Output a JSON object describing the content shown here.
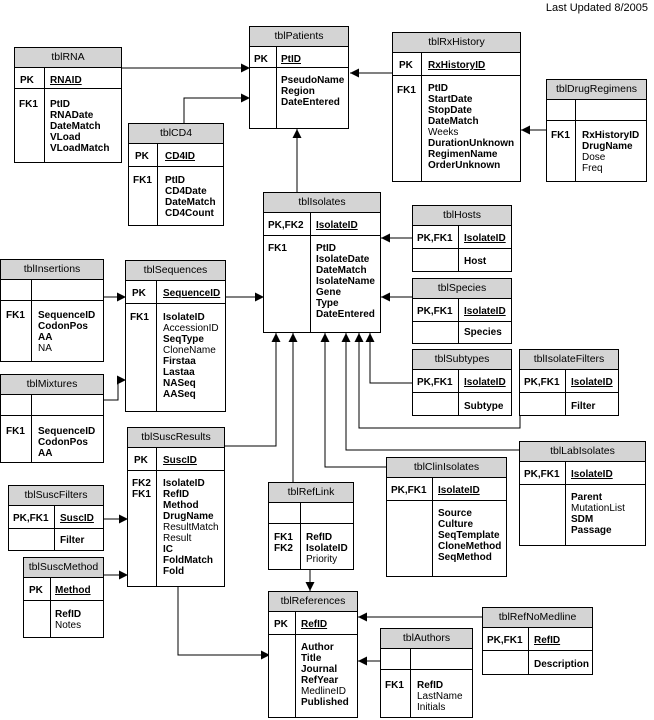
{
  "last_updated": "Last Updated 8/2005",
  "tables": {
    "tblPatients": {
      "title": "tblPatients",
      "pk_tag": "PK",
      "pk": "PtID",
      "fk_tag": "",
      "fields": [
        {
          "name": "PseudoName",
          "bold": true
        },
        {
          "name": "Region",
          "bold": true
        },
        {
          "name": "DateEntered",
          "bold": true
        }
      ]
    },
    "tblRNA": {
      "title": "tblRNA",
      "pk_tag": "PK",
      "pk": "RNAID",
      "fk_tag": "FK1",
      "fields": [
        {
          "name": "PtID",
          "bold": true
        },
        {
          "name": "RNADate",
          "bold": true
        },
        {
          "name": "DateMatch",
          "bold": true
        },
        {
          "name": "VLoad",
          "bold": true
        },
        {
          "name": "VLoadMatch",
          "bold": true
        }
      ]
    },
    "tblRxHistory": {
      "title": "tblRxHistory",
      "pk_tag": "PK",
      "pk": "RxHistoryID",
      "fk_tag": "FK1",
      "fields": [
        {
          "name": "PtID",
          "bold": true
        },
        {
          "name": "StartDate",
          "bold": true
        },
        {
          "name": "StopDate",
          "bold": true
        },
        {
          "name": "DateMatch",
          "bold": true
        },
        {
          "name": "Weeks",
          "bold": false
        },
        {
          "name": "DurationUnknown",
          "bold": true
        },
        {
          "name": "RegimenName",
          "bold": true
        },
        {
          "name": "OrderUnknown",
          "bold": true
        }
      ]
    },
    "tblDrugRegimens": {
      "title": "tblDrugRegimens",
      "pk_tag": "",
      "pk": "",
      "fk_tag": "FK1",
      "fields": [
        {
          "name": "RxHistoryID",
          "bold": true
        },
        {
          "name": "DrugName",
          "bold": true
        },
        {
          "name": "Dose",
          "bold": false
        },
        {
          "name": "Freq",
          "bold": false
        }
      ]
    },
    "tblCD4": {
      "title": "tblCD4",
      "pk_tag": "PK",
      "pk": "CD4ID",
      "fk_tag": "FK1",
      "fields": [
        {
          "name": "PtID",
          "bold": true
        },
        {
          "name": "CD4Date",
          "bold": true
        },
        {
          "name": "DateMatch",
          "bold": true
        },
        {
          "name": "CD4Count",
          "bold": true
        }
      ]
    },
    "tblIsolates": {
      "title": "tblIsolates",
      "pk_tag": "PK,FK2",
      "pk": "IsolateID",
      "fk_tag": "FK1",
      "fields": [
        {
          "name": "PtID",
          "bold": true
        },
        {
          "name": "IsolateDate",
          "bold": true
        },
        {
          "name": "DateMatch",
          "bold": true
        },
        {
          "name": "IsolateName",
          "bold": true
        },
        {
          "name": "Gene",
          "bold": true
        },
        {
          "name": "Type",
          "bold": true
        },
        {
          "name": "DateEntered",
          "bold": true
        }
      ]
    },
    "tblHosts": {
      "title": "tblHosts",
      "pk_tag": "PK,FK1",
      "pk": "IsolateID",
      "fk_tag": "",
      "fields": [
        {
          "name": "Host",
          "bold": true
        }
      ]
    },
    "tblSpecies": {
      "title": "tblSpecies",
      "pk_tag": "PK,FK1",
      "pk": "IsolateID",
      "fk_tag": "",
      "fields": [
        {
          "name": "Species",
          "bold": true
        }
      ]
    },
    "tblSubtypes": {
      "title": "tblSubtypes",
      "pk_tag": "PK,FK1",
      "pk": "IsolateID",
      "fk_tag": "",
      "fields": [
        {
          "name": "Subtype",
          "bold": true
        }
      ]
    },
    "tblIsolateFilters": {
      "title": "tblIsolateFilters",
      "pk_tag": "PK,FK1",
      "pk": "IsolateID",
      "fk_tag": "",
      "fields": [
        {
          "name": "Filter",
          "bold": true
        }
      ]
    },
    "tblInsertions": {
      "title": "tblInsertions",
      "pk_tag": "",
      "pk": "",
      "fk_tag": "FK1",
      "fields": [
        {
          "name": "SequenceID",
          "bold": true
        },
        {
          "name": "CodonPos",
          "bold": true
        },
        {
          "name": "AA",
          "bold": true
        },
        {
          "name": "NA",
          "bold": false
        }
      ]
    },
    "tblSequences": {
      "title": "tblSequences",
      "pk_tag": "PK",
      "pk": "SequenceID",
      "fk_tag": "FK1",
      "fields": [
        {
          "name": "IsolateID",
          "bold": true
        },
        {
          "name": "AccessionID",
          "bold": false
        },
        {
          "name": "SeqType",
          "bold": true
        },
        {
          "name": "CloneName",
          "bold": false
        },
        {
          "name": "Firstaa",
          "bold": true
        },
        {
          "name": "Lastaa",
          "bold": true
        },
        {
          "name": "NASeq",
          "bold": true
        },
        {
          "name": "AASeq",
          "bold": true
        }
      ]
    },
    "tblMixtures": {
      "title": "tblMixtures",
      "pk_tag": "",
      "pk": "",
      "fk_tag": "FK1",
      "fields": [
        {
          "name": "SequenceID",
          "bold": true
        },
        {
          "name": "CodonPos",
          "bold": true
        },
        {
          "name": "AA",
          "bold": true
        }
      ]
    },
    "tblSuscResults": {
      "title": "tblSuscResults",
      "pk_tag": "PK",
      "pk": "SuscID",
      "fk_tag": "FK2\nFK1",
      "fields": [
        {
          "name": "IsolateID",
          "bold": true
        },
        {
          "name": "RefID",
          "bold": true
        },
        {
          "name": "Method",
          "bold": true
        },
        {
          "name": "DrugName",
          "bold": true
        },
        {
          "name": "ResultMatch",
          "bold": false
        },
        {
          "name": "Result",
          "bold": false
        },
        {
          "name": "IC",
          "bold": true
        },
        {
          "name": "FoldMatch",
          "bold": true
        },
        {
          "name": "Fold",
          "bold": true
        }
      ]
    },
    "tblSuscFilters": {
      "title": "tblSuscFilters",
      "pk_tag": "PK,FK1",
      "pk": "SuscID",
      "fk_tag": "",
      "fields": [
        {
          "name": "Filter",
          "bold": true
        }
      ]
    },
    "tblSuscMethod": {
      "title": "tblSuscMethod",
      "pk_tag": "PK",
      "pk": "Method",
      "fk_tag": "",
      "fields": [
        {
          "name": "RefID",
          "bold": true
        },
        {
          "name": "Notes",
          "bold": false
        }
      ]
    },
    "tblRefLink": {
      "title": "tblRefLink",
      "pk_tag": "",
      "pk": "",
      "fk_tag": "FK1\nFK2",
      "fields": [
        {
          "name": "RefID",
          "bold": true
        },
        {
          "name": "IsolateID",
          "bold": true
        },
        {
          "name": "Priority",
          "bold": false
        }
      ]
    },
    "tblClinIsolates": {
      "title": "tblClinIsolates",
      "pk_tag": "PK,FK1",
      "pk": "IsolateID",
      "fk_tag": "",
      "fields": [
        {
          "name": "Source",
          "bold": true
        },
        {
          "name": "Culture",
          "bold": true
        },
        {
          "name": "SeqTemplate",
          "bold": true
        },
        {
          "name": "CloneMethod",
          "bold": true
        },
        {
          "name": "SeqMethod",
          "bold": true
        }
      ]
    },
    "tblLabIsolates": {
      "title": "tblLabIsolates",
      "pk_tag": "PK,FK1",
      "pk": "IsolateID",
      "fk_tag": "",
      "fields": [
        {
          "name": "Parent",
          "bold": true
        },
        {
          "name": "MutationList",
          "bold": false
        },
        {
          "name": "SDM",
          "bold": true
        },
        {
          "name": "Passage",
          "bold": true
        }
      ]
    },
    "tblReferences": {
      "title": "tblReferences",
      "pk_tag": "PK",
      "pk": "RefID",
      "fk_tag": "",
      "fields": [
        {
          "name": "Author",
          "bold": true
        },
        {
          "name": "Title",
          "bold": true
        },
        {
          "name": "Journal",
          "bold": true
        },
        {
          "name": "RefYear",
          "bold": true
        },
        {
          "name": "MedlineID",
          "bold": false
        },
        {
          "name": "Published",
          "bold": true
        }
      ]
    },
    "tblRefNoMedline": {
      "title": "tblRefNoMedline",
      "pk_tag": "PK,FK1",
      "pk": "RefID",
      "fk_tag": "",
      "fields": [
        {
          "name": "Description",
          "bold": true
        }
      ]
    },
    "tblAuthors": {
      "title": "tblAuthors",
      "pk_tag": "",
      "pk": "",
      "fk_tag": "FK1",
      "fields": [
        {
          "name": "RefID",
          "bold": true
        },
        {
          "name": "LastName",
          "bold": false
        },
        {
          "name": "Initials",
          "bold": false
        }
      ]
    }
  }
}
